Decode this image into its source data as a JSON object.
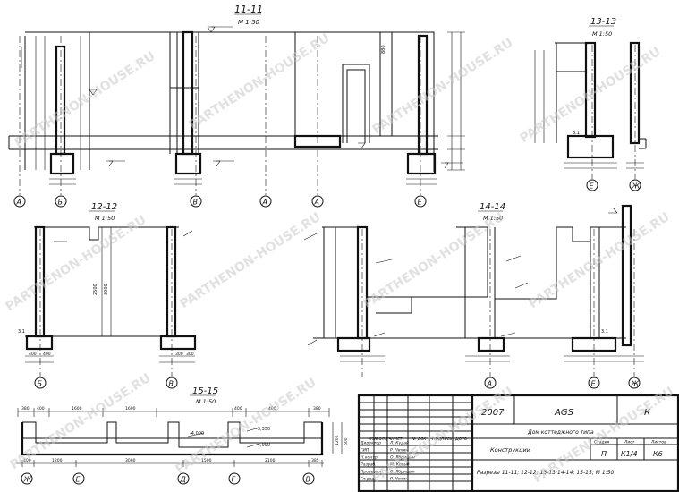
{
  "sections": {
    "s11": {
      "title": "11-11",
      "scale": "М 1:50",
      "axes": [
        "А",
        "Б",
        "В",
        "А",
        "А",
        "Е"
      ],
      "dims": [
        "880"
      ]
    },
    "s12": {
      "title": "12-12",
      "scale": "М 1:50",
      "axes": [
        "Б",
        "В"
      ],
      "dims": [
        "2500",
        "3000",
        "400",
        "400",
        "300",
        "300"
      ],
      "level": "3.1"
    },
    "s13": {
      "title": "13-13",
      "scale": "М 1:50",
      "axes": [
        "Е",
        "Ж"
      ],
      "level": "3.1"
    },
    "s14": {
      "title": "14-14",
      "scale": "М 1:50",
      "axes": [
        "А",
        "Е",
        "Ж"
      ],
      "level": "3.1"
    },
    "s15": {
      "title": "15-15",
      "scale": "М 1:50",
      "axes": [
        "Ж",
        "Е",
        "Д",
        "Г",
        "В"
      ],
      "dims_top": [
        "380",
        "400",
        "1600",
        "1600",
        "400",
        "400",
        "380"
      ],
      "dims_bottom": [
        "400",
        "1200",
        "3000",
        "1500",
        "2100",
        "385"
      ],
      "levels": [
        "-4,000",
        "-3,350",
        "-4,000"
      ],
      "dims_right": [
        "1200",
        "600"
      ]
    }
  },
  "watermark": "PARTHENON-HOUSE.RU",
  "title_block": {
    "year": "2007",
    "org": "AGS",
    "code": "К",
    "project": "Дом коттеджного типа",
    "section_name": "Конструкции",
    "sheet_title": "Разрезы 11-11; 12-12; 13-13;14-14; 15-15; М 1:50",
    "head_stage": "Стадия",
    "head_sheet": "Лист",
    "head_sheets": "Листов",
    "stage": "П",
    "sheet": "К1/4",
    "sheets": "К6",
    "col_izm": "Изм",
    "col_kol": "Кол.уч",
    "col_list": "Лист",
    "col_doc": "№ док",
    "col_sign": "Подпись",
    "col_date": "Дата",
    "staff": [
      {
        "role": "Директор",
        "name": "Л. Кудай"
      },
      {
        "role": "ГИП",
        "name": "Р. Чилин"
      },
      {
        "role": "Н.контр",
        "name": "О. Ябрицын"
      },
      {
        "role": "Разраб.",
        "name": "М. Ковыб"
      },
      {
        "role": "Проверил",
        "name": "О. Ябрицын"
      },
      {
        "role": "Гл.ред.",
        "name": "Р. Чилин"
      }
    ]
  }
}
